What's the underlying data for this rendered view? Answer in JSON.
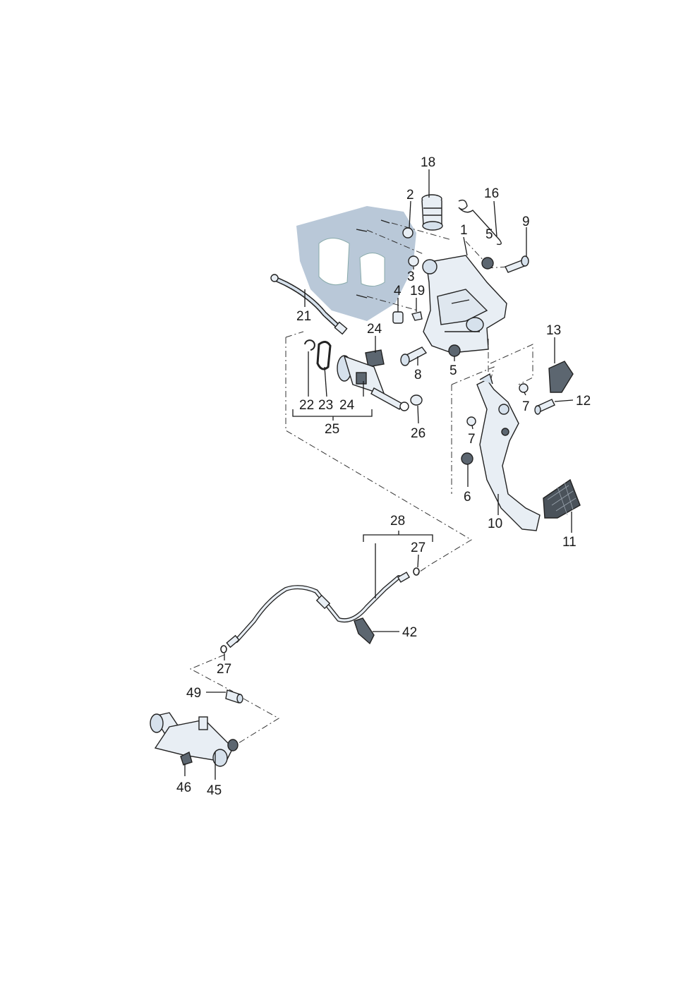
{
  "labels": [
    {
      "id": "p18",
      "text": "18"
    },
    {
      "id": "p2",
      "text": "2"
    },
    {
      "id": "p16",
      "text": "16"
    },
    {
      "id": "p1",
      "text": "1"
    },
    {
      "id": "p9",
      "text": "9"
    },
    {
      "id": "p5a",
      "text": "5"
    },
    {
      "id": "p3",
      "text": "3"
    },
    {
      "id": "p4",
      "text": "4"
    },
    {
      "id": "p19",
      "text": "19"
    },
    {
      "id": "p21",
      "text": "21"
    },
    {
      "id": "p24a",
      "text": "24"
    },
    {
      "id": "p13",
      "text": "13"
    },
    {
      "id": "p8",
      "text": "8"
    },
    {
      "id": "p5b",
      "text": "5"
    },
    {
      "id": "p22",
      "text": "22"
    },
    {
      "id": "p23",
      "text": "23"
    },
    {
      "id": "p24b",
      "text": "24"
    },
    {
      "id": "p25",
      "text": "25"
    },
    {
      "id": "p26",
      "text": "26"
    },
    {
      "id": "p7a",
      "text": "7"
    },
    {
      "id": "p12",
      "text": "12"
    },
    {
      "id": "p7b",
      "text": "7"
    },
    {
      "id": "p6",
      "text": "6"
    },
    {
      "id": "p10",
      "text": "10"
    },
    {
      "id": "p11",
      "text": "11"
    },
    {
      "id": "p28",
      "text": "28"
    },
    {
      "id": "p27a",
      "text": "27"
    },
    {
      "id": "p42",
      "text": "42"
    },
    {
      "id": "p27b",
      "text": "27"
    },
    {
      "id": "p49",
      "text": "49"
    },
    {
      "id": "p46",
      "text": "46"
    },
    {
      "id": "p45",
      "text": "45"
    }
  ]
}
